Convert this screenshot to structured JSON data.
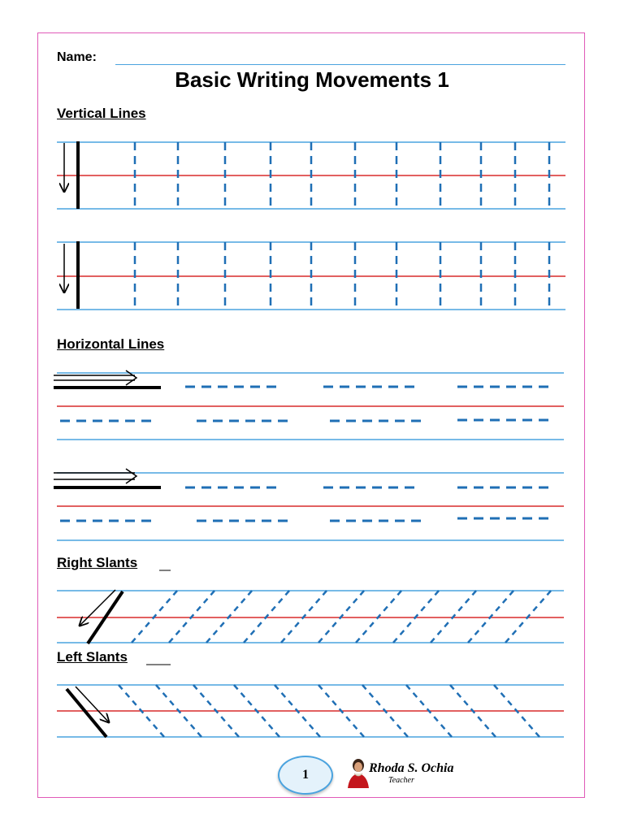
{
  "header": {
    "name_label": "Name:",
    "title": "Basic Writing Movements 1"
  },
  "sections": {
    "vertical": "Vertical Lines",
    "horizontal": "Horizontal Lines",
    "right_slants": "Right Slants",
    "left_slants": "Left Slants"
  },
  "footer": {
    "page_number": "1",
    "author_name": "Rhoda S. Ochia",
    "author_role": "Teacher"
  },
  "colors": {
    "guide_line": "#4aa3df",
    "mid_line": "#d92b2b",
    "dash": "#1f6fb5",
    "border": "#e05ab8"
  },
  "icons": [
    "down-arrow-icon",
    "right-arrow-icon",
    "diagonal-arrow-icon",
    "teacher-avatar"
  ]
}
